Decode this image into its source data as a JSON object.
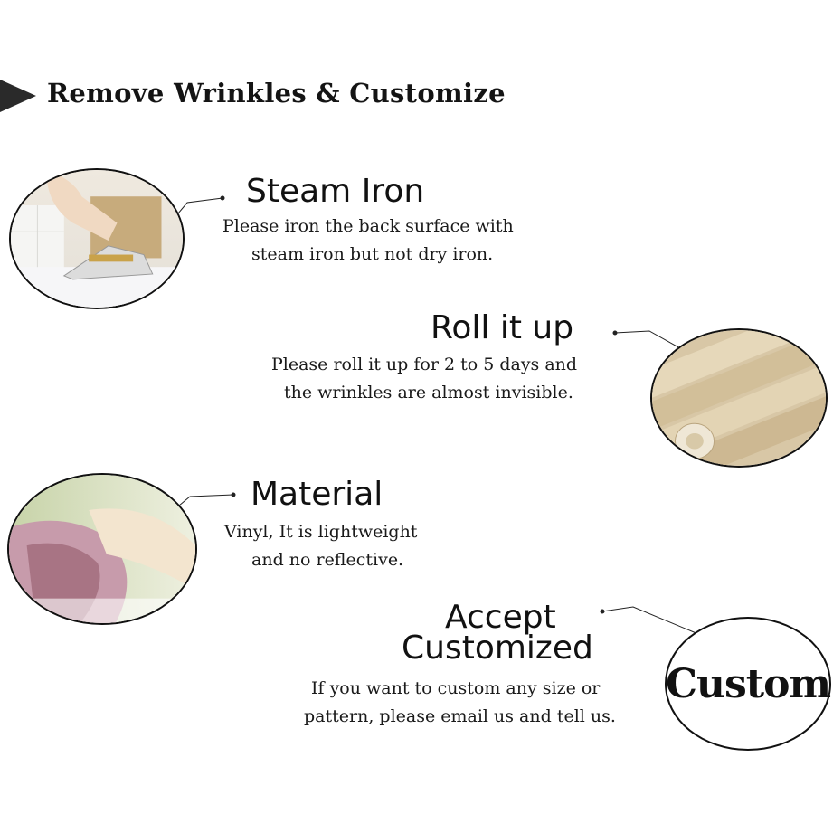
{
  "header": {
    "title": "Remove Wrinkles & Customize",
    "icon": "triangle-right-icon"
  },
  "sections": {
    "steam": {
      "title": "Steam Iron",
      "lines": [
        "Please iron the back surface with",
        "steam iron but not dry iron."
      ]
    },
    "roll": {
      "title": "Roll it up",
      "lines": [
        "Please roll it up for 2 to 5 days and",
        "the wrinkles are almost invisible."
      ]
    },
    "material": {
      "title": "Material",
      "lines": [
        "Vinyl, It is lightweight",
        "and no reflective."
      ]
    },
    "custom": {
      "title_lines": [
        "Accept",
        "Customized"
      ],
      "lines": [
        "If you want to custom any size or",
        "pattern, please email us and tell us."
      ],
      "badge": "Custom"
    }
  },
  "colors": {
    "text": "#111111",
    "background": "#ffffff",
    "accent": "#2a2a2a"
  }
}
